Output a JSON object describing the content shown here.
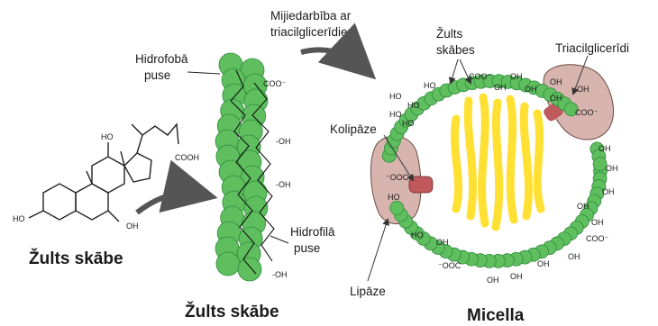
{
  "labels": {
    "interaction": [
      "Mijiedarbība ar",
      "triacilglicerīdiem"
    ],
    "hydrophobic": [
      "Hidrofobā",
      "puse"
    ],
    "hydrophilic": [
      "Hidrofilā",
      "puse"
    ],
    "bile_acids_pl": [
      "Žults",
      "skābes"
    ],
    "triacylglycerides": "Triacilglicerīdi",
    "colipase": "Kolipāze",
    "lipase": "Lipāze",
    "bile_acid_left": "Žults skābe",
    "bile_acid_center": "Žults skābe",
    "micelle": "Micella"
  },
  "chem": {
    "ho": "HO",
    "oh": "OH",
    "cooh": "COOH",
    "coo_minus": "COO⁻",
    "minus_ooc": "⁻OOC",
    "oh_group": "-OH"
  },
  "colors": {
    "bead_fill": "#5fbf5f",
    "bead_stroke": "#2e8b3a",
    "lipid_tail": "#ffe033",
    "lipase_fill": "#d8b4ae",
    "colipase_fill": "#c0595b",
    "arrow": "#555555"
  }
}
